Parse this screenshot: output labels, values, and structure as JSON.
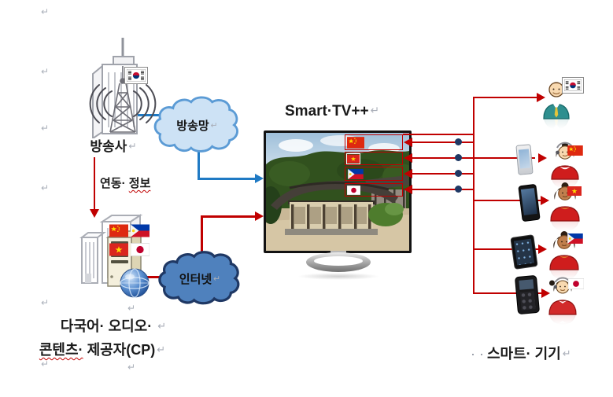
{
  "colors": {
    "red_line": "#C00000",
    "blue_line": "#1F7AC4",
    "broadcast_cloud_fill": "#CDE2F5",
    "broadcast_cloud_stroke": "#5B9BD5",
    "internet_cloud_fill": "#4F81BD",
    "internet_cloud_stroke": "#1F3864",
    "node_dot": "#1F3864",
    "text": "#1a1a1a"
  },
  "marks": {
    "return": "↵",
    "space_dots": "· ·"
  },
  "broadcaster": {
    "label": "방송사"
  },
  "link_info": {
    "prefix": "연동· ",
    "underlined": "정보"
  },
  "clouds": {
    "broadcast": "방송망",
    "internet": "인터넷"
  },
  "tv": {
    "title": "Smart·TV++"
  },
  "cp": {
    "line1": "다국어· 오디오· ",
    "line2_underlined": "콘텐츠·",
    "line2_rest": " 제공자(CP)"
  },
  "smart_devices": {
    "label": "스마트· 기기"
  },
  "icons": {
    "flags": [
      "south-korea",
      "china",
      "vietnam",
      "philippines",
      "japan"
    ],
    "tv_audio_flags": [
      "china",
      "vietnam",
      "philippines",
      "japan"
    ],
    "devices": [
      "smartphone-white",
      "smartphone-black",
      "tablet",
      "feature-phone"
    ],
    "network_node": "dot"
  }
}
